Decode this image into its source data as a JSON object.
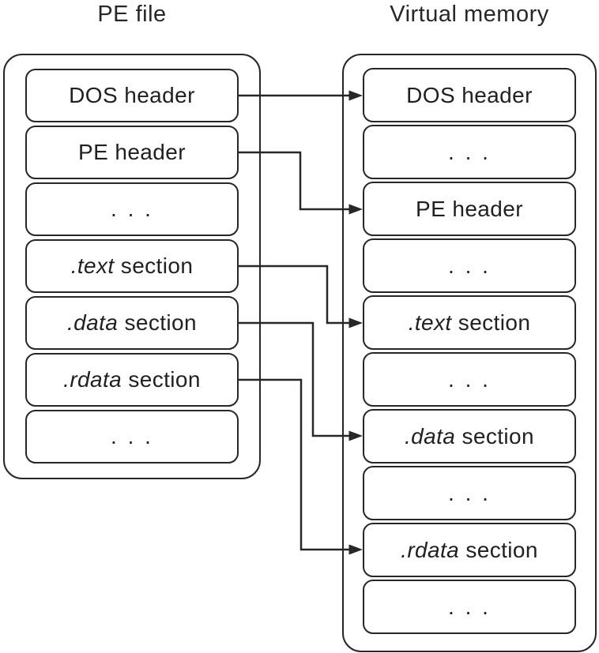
{
  "titles": {
    "left": "PE file",
    "right": "Virtual memory"
  },
  "colors": {
    "stroke": "#2a2526",
    "text": "#231f20",
    "background": "#ffffff"
  },
  "pe_file": {
    "rows": [
      {
        "em": "",
        "text": "DOS header"
      },
      {
        "em": "",
        "text": "PE header"
      },
      {
        "em": "",
        "text": ". . ."
      },
      {
        "em": ".text",
        "text": " section"
      },
      {
        "em": ".data",
        "text": " section"
      },
      {
        "em": ".rdata",
        "text": " section"
      },
      {
        "em": "",
        "text": ". . ."
      }
    ]
  },
  "virtual_memory": {
    "rows": [
      {
        "em": "",
        "text": "DOS header"
      },
      {
        "em": "",
        "text": ". . ."
      },
      {
        "em": "",
        "text": "PE header"
      },
      {
        "em": "",
        "text": ". . ."
      },
      {
        "em": ".text",
        "text": " section"
      },
      {
        "em": "",
        "text": ". . ."
      },
      {
        "em": ".data",
        "text": " section"
      },
      {
        "em": "",
        "text": ". . ."
      },
      {
        "em": ".rdata",
        "text": " section"
      },
      {
        "em": "",
        "text": ". . ."
      }
    ]
  },
  "mappings": [
    {
      "from": "DOS header",
      "to": "DOS header"
    },
    {
      "from": "PE header",
      "to": "PE header"
    },
    {
      "from": ".text section",
      "to": ".text section"
    },
    {
      "from": ".data section",
      "to": ".data section"
    },
    {
      "from": ".rdata section",
      "to": ".rdata section"
    }
  ]
}
